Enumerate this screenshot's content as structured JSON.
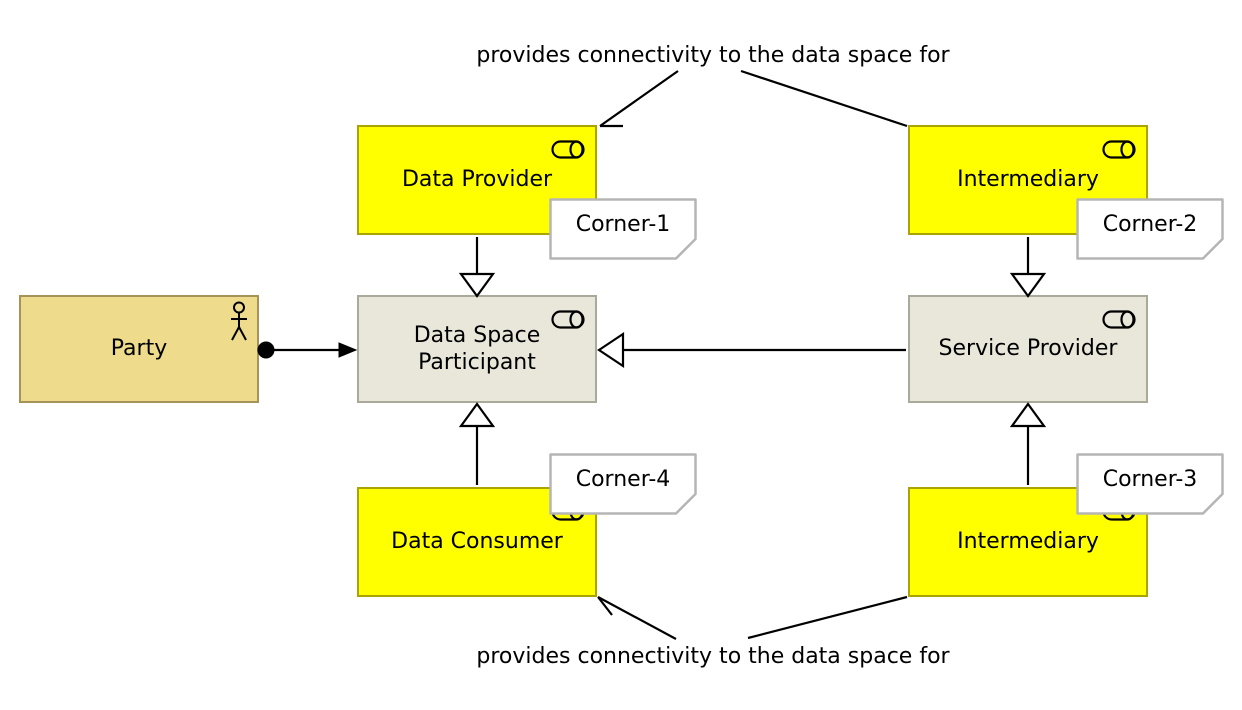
{
  "labels": {
    "top": "provides connectivity to the data space for",
    "bottom": "provides connectivity to the data space for"
  },
  "nodes": [
    {
      "id": "party",
      "label": "Party",
      "kind": "business-actor",
      "icon": "actor-icon",
      "fill": "#eedc8c",
      "border": "#a59358"
    },
    {
      "id": "data-provider",
      "label": "Data Provider",
      "kind": "business-role",
      "icon": "role-icon",
      "fill": "#ffff00",
      "border": "#aaa400"
    },
    {
      "id": "intermediary-top",
      "label": "Intermediary",
      "kind": "business-role",
      "icon": "role-icon",
      "fill": "#ffff00",
      "border": "#aaa400"
    },
    {
      "id": "data-space-participant",
      "label": "Data Space Participant",
      "kind": "business-role",
      "icon": "role-icon",
      "fill": "#e9e6da",
      "border": "#abaa9a"
    },
    {
      "id": "service-provider",
      "label": "Service Provider",
      "kind": "business-role",
      "icon": "role-icon",
      "fill": "#e9e6da",
      "border": "#abaa9a"
    },
    {
      "id": "data-consumer",
      "label": "Data Consumer",
      "kind": "business-role",
      "icon": "role-icon",
      "fill": "#ffff00",
      "border": "#aaa400"
    },
    {
      "id": "intermediary-bottom",
      "label": "Intermediary",
      "kind": "business-role",
      "icon": "role-icon",
      "fill": "#ffff00",
      "border": "#aaa400"
    }
  ],
  "notes": [
    {
      "label": "Corner-1"
    },
    {
      "label": "Corner-2"
    },
    {
      "label": "Corner-3"
    },
    {
      "label": "Corner-4"
    }
  ],
  "edges": [
    {
      "from": "data-provider",
      "to": "data-space-participant",
      "type": "generalization-hollow-triangle"
    },
    {
      "from": "data-consumer",
      "to": "data-space-participant",
      "type": "generalization-hollow-triangle"
    },
    {
      "from": "intermediary-top",
      "to": "service-provider",
      "type": "generalization-hollow-triangle"
    },
    {
      "from": "intermediary-bottom",
      "to": "service-provider",
      "type": "generalization-hollow-triangle"
    },
    {
      "from": "service-provider",
      "to": "data-space-participant",
      "type": "generalization-hollow-triangle"
    },
    {
      "from": "party",
      "to": "data-space-participant",
      "type": "assignment-ball-and-arrow"
    },
    {
      "from": "intermediary-top",
      "to": "data-provider",
      "type": "open-arrow",
      "label": "provides connectivity to the data space for"
    },
    {
      "from": "intermediary-bottom",
      "to": "data-consumer",
      "type": "open-arrow",
      "label": "provides connectivity to the data space for"
    }
  ],
  "colors": {
    "background": "#ffffff",
    "role_fill_yellow": "#ffff00",
    "role_border_yellow": "#aaa400",
    "participant_fill_gray": "#e9e6da",
    "participant_border_gray": "#abaa9a",
    "actor_fill_tan": "#eedc8c",
    "actor_border_tan": "#a59358",
    "note_fill": "#ffffff",
    "note_border": "#b5b5b5",
    "line": "#000000",
    "text": "#000000"
  }
}
